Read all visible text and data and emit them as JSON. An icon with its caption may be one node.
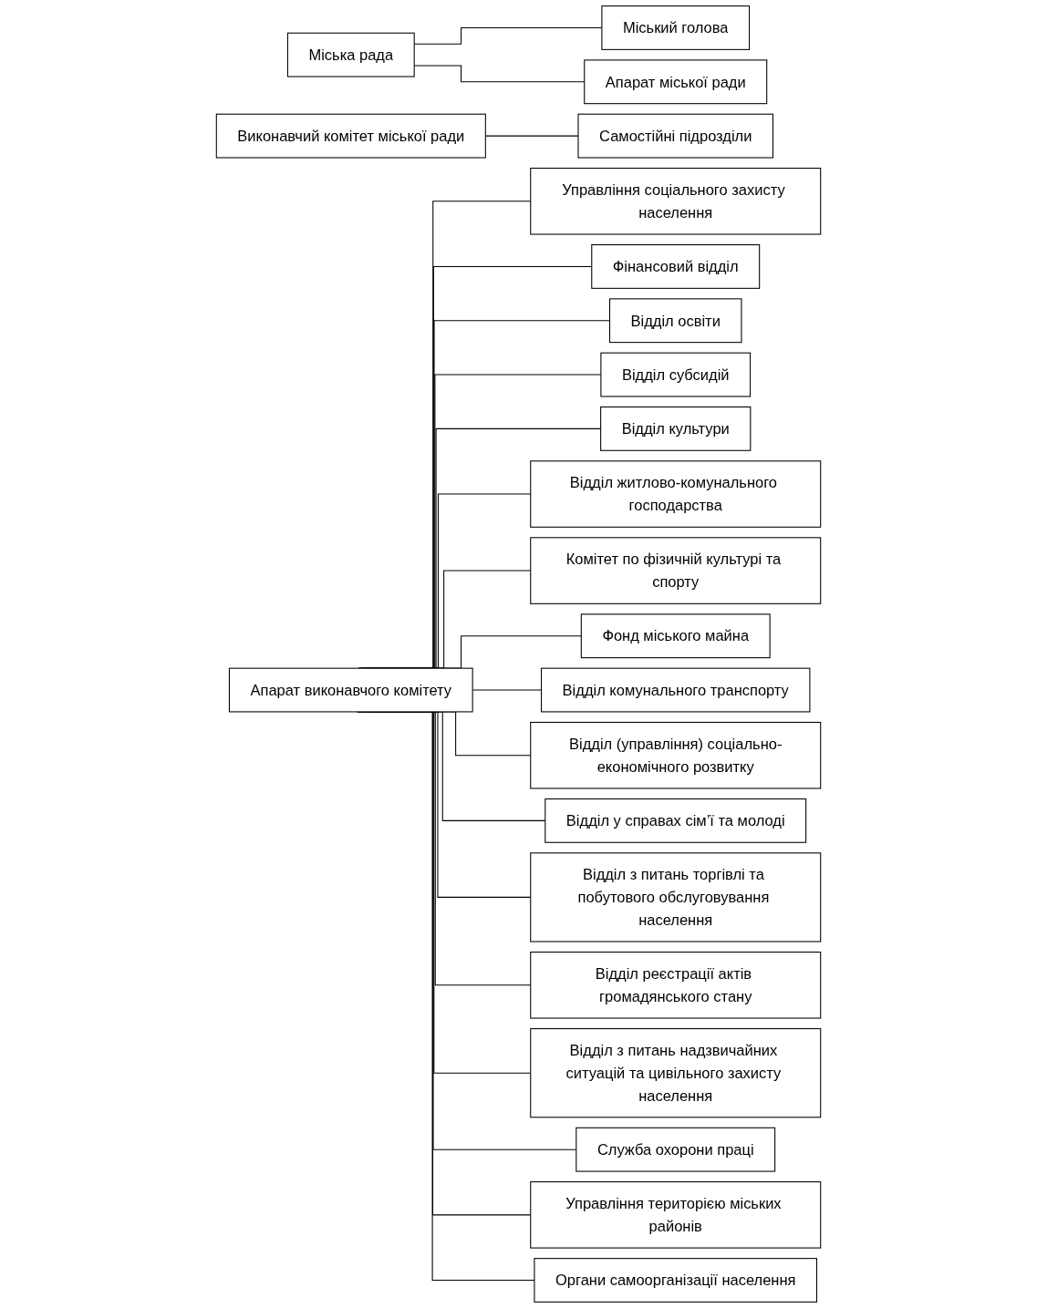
{
  "diagram": {
    "nodes": [
      {
        "text": [
          "Міська рада"
        ]
      },
      {
        "text": [
          "Міський голова"
        ]
      },
      {
        "text": [
          "Апарат міської ради"
        ]
      },
      {
        "text": [
          "Виконавчий комітет міської ради"
        ]
      },
      {
        "text": [
          "Самостійні підрозділи"
        ]
      },
      {
        "text": [
          "Апарат виконавчого комітету"
        ]
      },
      {
        "text": [
          "Управління соціального захисту населення"
        ]
      },
      {
        "text": [
          "Фінансовий відділ"
        ]
      },
      {
        "text": [
          "Відділ освіти"
        ]
      },
      {
        "text": [
          "Відділ субсидій"
        ]
      },
      {
        "text": [
          "Відділ культури"
        ]
      },
      {
        "text": [
          "Відділ житлово-комунального господарства"
        ]
      },
      {
        "text": [
          "Комітет по фізичній культурі та спорту"
        ]
      },
      {
        "text": [
          "Фонд міського майна"
        ]
      },
      {
        "text": [
          "Відділ комунального транспорту"
        ]
      },
      {
        "text": [
          "Відділ (управління) соціально-економічного розвитку"
        ]
      },
      {
        "text": [
          "Відділ у справах сім’ї та молоді"
        ]
      },
      {
        "text": [
          "Відділ з питань торгівлі та побутового обслуговування населення"
        ]
      },
      {
        "text": [
          "Відділ реєстрації актів громадянського стану"
        ]
      },
      {
        "text": [
          "Відділ з питань надзвичайних ситуацій та цивільного захисту населення"
        ]
      },
      {
        "text": [
          "Служба охорони праці"
        ]
      },
      {
        "text": [
          "Управління територією міських районів"
        ]
      },
      {
        "text": [
          "Органи самоорганізації населення"
        ]
      }
    ],
    "edges": [
      {
        "from": 0,
        "to": 1,
        "arrow": "none"
      },
      {
        "from": 0,
        "to": 2,
        "arrow": "none"
      },
      {
        "from": 3,
        "to": 4,
        "arrow": "none"
      },
      {
        "from": 5,
        "to": 6,
        "arrow": "none"
      },
      {
        "from": 5,
        "to": 7,
        "arrow": "none"
      },
      {
        "from": 5,
        "to": 8,
        "arrow": "none"
      },
      {
        "from": 5,
        "to": 9,
        "arrow": "none"
      },
      {
        "from": 5,
        "to": 10,
        "arrow": "none"
      },
      {
        "from": 5,
        "to": 11,
        "arrow": "none"
      },
      {
        "from": 5,
        "to": 12,
        "arrow": "none"
      },
      {
        "from": 5,
        "to": 13,
        "arrow": "none"
      },
      {
        "from": 5,
        "to": 14,
        "arrow": "none"
      },
      {
        "from": 5,
        "to": 15,
        "arrow": "none"
      },
      {
        "from": 5,
        "to": 16,
        "arrow": "none"
      },
      {
        "from": 5,
        "to": 17,
        "arrow": "none"
      },
      {
        "from": 5,
        "to": 18,
        "arrow": "none"
      },
      {
        "from": 5,
        "to": 19,
        "arrow": "none"
      },
      {
        "from": 5,
        "to": 20,
        "arrow": "none"
      },
      {
        "from": 5,
        "to": 21,
        "arrow": "none"
      },
      {
        "from": 5,
        "to": 22,
        "arrow": "none"
      }
    ]
  }
}
